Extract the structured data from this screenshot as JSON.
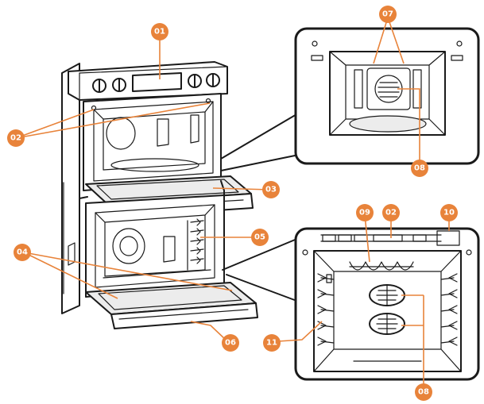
{
  "callouts": [
    {
      "id": "c01",
      "label": "01"
    },
    {
      "id": "c02a",
      "label": "02"
    },
    {
      "id": "c03",
      "label": "03"
    },
    {
      "id": "c04",
      "label": "04"
    },
    {
      "id": "c05",
      "label": "05"
    },
    {
      "id": "c06",
      "label": "06"
    },
    {
      "id": "c07",
      "label": "07"
    },
    {
      "id": "c08a",
      "label": "08"
    },
    {
      "id": "c09",
      "label": "09"
    },
    {
      "id": "c02b",
      "label": "02"
    },
    {
      "id": "c10",
      "label": "10"
    },
    {
      "id": "c11",
      "label": "11"
    },
    {
      "id": "c08b",
      "label": "08"
    }
  ],
  "colors": {
    "accent": "#e8833a",
    "line": "#1a1a1a"
  }
}
